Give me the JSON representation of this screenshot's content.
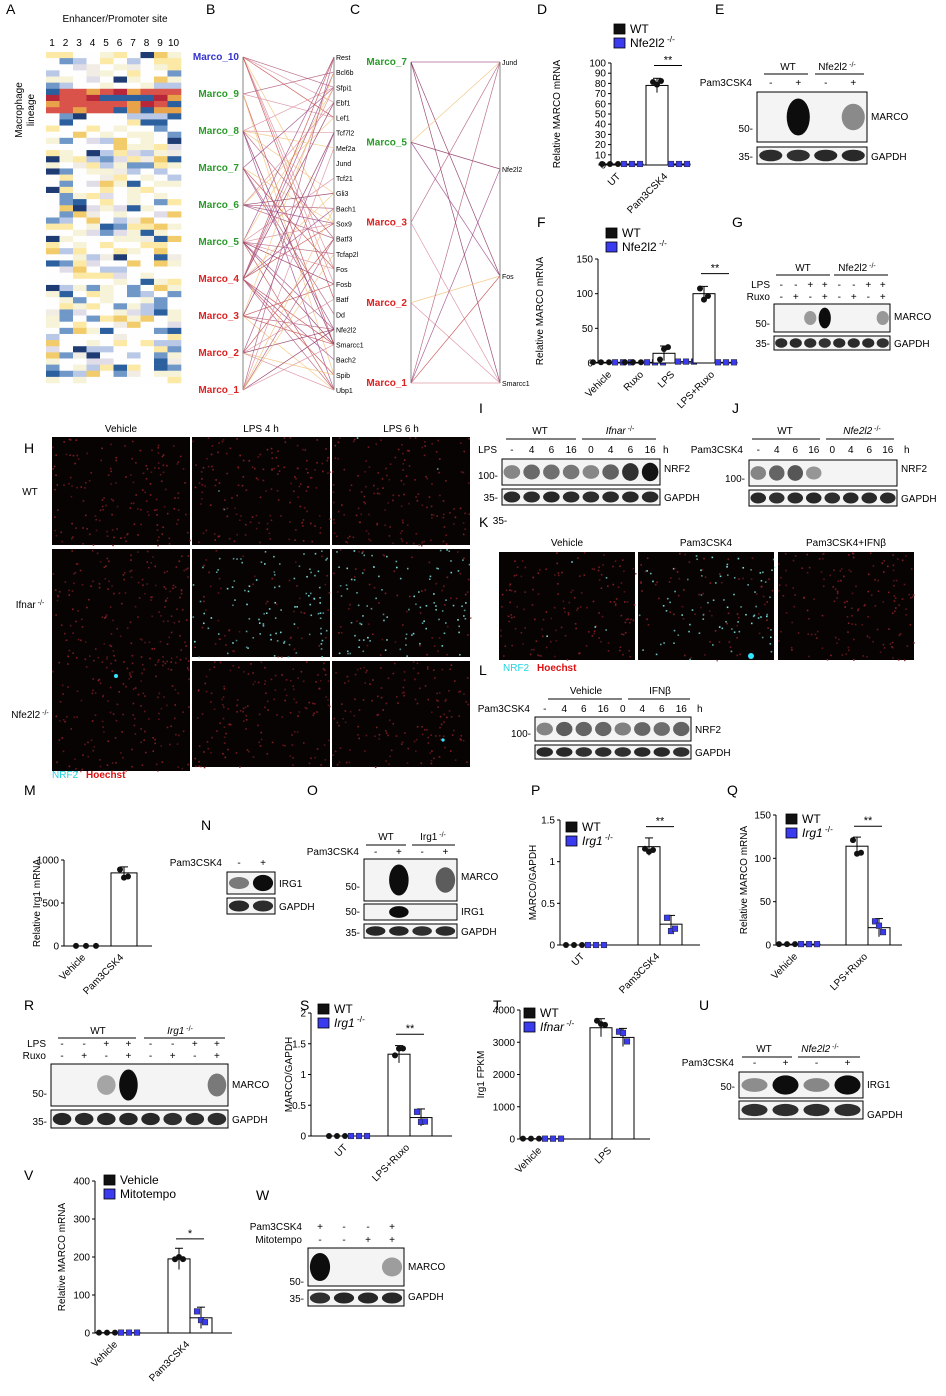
{
  "panel_letters": [
    "A",
    "B",
    "C",
    "D",
    "E",
    "F",
    "G",
    "H",
    "I",
    "J",
    "K",
    "L",
    "M",
    "N",
    "O",
    "P",
    "Q",
    "R",
    "S",
    "T",
    "U",
    "V",
    "W"
  ],
  "A": {
    "header": "Enhancer/Promoter site",
    "cols": [
      "1",
      "2",
      "3",
      "4",
      "5",
      "6",
      "7",
      "8",
      "9",
      "10"
    ],
    "ylabel_line1": "Macrophage",
    "ylabel_line2": "lineage"
  },
  "B": {
    "left": [
      {
        "label": "Marco_10",
        "color": "#3333cc"
      },
      {
        "label": "Marco_9",
        "color": "#2a9a2a"
      },
      {
        "label": "Marco_8",
        "color": "#2a9a2a"
      },
      {
        "label": "Marco_7",
        "color": "#2a9a2a"
      },
      {
        "label": "Marco_6",
        "color": "#2a9a2a"
      },
      {
        "label": "Marco_5",
        "color": "#2a9a2a"
      },
      {
        "label": "Marco_4",
        "color": "#dd2222"
      },
      {
        "label": "Marco_3",
        "color": "#dd2222"
      },
      {
        "label": "Marco_2",
        "color": "#dd2222"
      },
      {
        "label": "Marco_1",
        "color": "#dd2222"
      }
    ],
    "right": [
      "Rest",
      "Bcl6b",
      "Sfpi1",
      "Ebf1",
      "Lef1",
      "Tcf7l2",
      "Mef2a",
      "Jund",
      "Tcf21",
      "Gli3",
      "Bach1",
      "Sox9",
      "Batf3",
      "Tcfap2l",
      "Fos",
      "Fosb",
      "Batf",
      "Dd",
      "Nfe2l2",
      "Smarcc1",
      "Bach2",
      "Spib",
      "Ubp1"
    ]
  },
  "C": {
    "left": [
      {
        "label": "Marco_7",
        "color": "#2a9a2a"
      },
      {
        "label": "Marco_5",
        "color": "#2a9a2a"
      },
      {
        "label": "Marco_3",
        "color": "#dd2222"
      },
      {
        "label": "Marco_2",
        "color": "#dd2222"
      },
      {
        "label": "Marco_1",
        "color": "#dd2222"
      }
    ],
    "right": [
      "Jund",
      "Nfe2l2",
      "Fos",
      "Smarcc1"
    ]
  },
  "legend": {
    "wt": "WT",
    "nfe2l2": "Nfe2l2",
    "ko_sup": "-/-",
    "ifnar": "Ifnar",
    "irg1": "Irg1",
    "vehicle": "Vehicle",
    "mitotempo": "Mitotempo"
  },
  "D": {
    "ylabel": "Relative MARCO mRNA"
  },
  "F": {
    "ylabel": "Relative MARCO mRNA"
  },
  "M": {
    "ylabel": "Relative Irg1 mRNA"
  },
  "P": {
    "ylabel": "MARCO/GAPDH"
  },
  "Q": {
    "ylabel": "Relative MARCO mRNA"
  },
  "S": {
    "ylabel": "MARCO/GAPDH"
  },
  "T": {
    "ylabel": "Irg1 FPKM"
  },
  "V": {
    "ylabel": "Relative MARCO mRNA"
  },
  "sig": {
    "double": "**",
    "single": "*"
  },
  "blot": {
    "pam": "Pam3CSK4",
    "lps": "LPS",
    "ruxo": "Ruxo",
    "mito": "Mitotempo",
    "h": "h",
    "marco": "MARCO",
    "gapdh": "GAPDH",
    "irg1": "IRG1",
    "nrf2": "NRF2",
    "m50": "50-",
    "m35": "35-",
    "m100": "100-",
    "plus": "+",
    "minus": "-",
    "wt": "WT",
    "nfe2l2": "Nfe2l2",
    "ifnar": "Ifnar",
    "irg1g": "Irg1",
    "ko_sup": "-/-",
    "vehicle": "Vehicle",
    "ifnb": "IFNβ",
    "t1": [
      "-",
      "4",
      "6",
      "16",
      "0",
      "4",
      "6",
      "16"
    ],
    "t2": [
      "-",
      "4",
      "6",
      "16",
      "0",
      "4",
      "6",
      "16"
    ],
    "stray": "35-"
  },
  "H": {
    "cols": [
      "Vehicle",
      "LPS 4 h",
      "LPS 6 h"
    ],
    "rows": [
      "WT",
      "Ifnar",
      "Nfe2l2"
    ],
    "ko_sup": "-/-",
    "stain1": "NRF2",
    "stain2": "Hoechst"
  },
  "K": {
    "cols": [
      "Vehicle",
      "Pam3CSK4",
      "Pam3CSK4+IFNβ"
    ],
    "stain1": "NRF2",
    "stain2": "Hoechst"
  },
  "chart_data": [
    {
      "type": "bar",
      "panel": "D",
      "categories": [
        "UT",
        "Pam3CSK4"
      ],
      "series": [
        {
          "name": "WT",
          "values": [
            1,
            78
          ]
        },
        {
          "name": "Nfe2l2 -/-",
          "values": [
            1,
            1
          ]
        }
      ],
      "ylabel": "Relative MARCO mRNA",
      "ylim": [
        0,
        100
      ],
      "yticks": [
        0,
        10,
        20,
        30,
        40,
        50,
        60,
        70,
        80,
        90,
        100
      ],
      "significance": [
        {
          "category": "Pam3CSK4",
          "text": "**"
        }
      ]
    },
    {
      "type": "bar",
      "panel": "F",
      "categories": [
        "Vehicle",
        "Ruxo",
        "LPS",
        "LPS+Ruxo"
      ],
      "series": [
        {
          "name": "WT",
          "values": [
            1,
            1,
            14,
            100
          ]
        },
        {
          "name": "Nfe2l2 -/-",
          "values": [
            1,
            1,
            2,
            1
          ]
        }
      ],
      "ylabel": "Relative MARCO mRNA",
      "ylim": [
        0,
        150
      ],
      "yticks": [
        0,
        50,
        100,
        150
      ],
      "significance": [
        {
          "category": "LPS+Ruxo",
          "text": "**"
        }
      ]
    },
    {
      "type": "bar",
      "panel": "M",
      "categories": [
        "Vehicle",
        "Pam3CSK4"
      ],
      "series": [
        {
          "name": "",
          "values": [
            1,
            850
          ]
        }
      ],
      "ylabel": "Relative Irg1 mRNA",
      "ylim": [
        0,
        1000
      ],
      "yticks": [
        0,
        500,
        1000
      ]
    },
    {
      "type": "bar",
      "panel": "P",
      "categories": [
        "UT",
        "Pam3CSK4"
      ],
      "series": [
        {
          "name": "WT",
          "values": [
            0,
            1.18
          ]
        },
        {
          "name": "Irg1 -/-",
          "values": [
            0,
            0.25
          ]
        }
      ],
      "ylabel": "MARCO/GAPDH",
      "ylim": [
        0,
        1.5
      ],
      "yticks": [
        0,
        0.5,
        1,
        1.5
      ],
      "significance": [
        {
          "category": "Pam3CSK4",
          "text": "**"
        }
      ]
    },
    {
      "type": "bar",
      "panel": "Q",
      "categories": [
        "Vehicle",
        "LPS+Ruxo"
      ],
      "series": [
        {
          "name": "WT",
          "values": [
            1,
            114
          ]
        },
        {
          "name": "Irg1 -/-",
          "values": [
            1,
            20
          ]
        }
      ],
      "ylabel": "Relative MARCO mRNA",
      "ylim": [
        0,
        150
      ],
      "yticks": [
        0,
        50,
        100,
        150
      ],
      "significance": [
        {
          "category": "LPS+Ruxo",
          "text": "**"
        }
      ]
    },
    {
      "type": "bar",
      "panel": "S",
      "categories": [
        "UT",
        "LPS+Ruxo"
      ],
      "series": [
        {
          "name": "WT",
          "values": [
            0,
            1.33
          ]
        },
        {
          "name": "Irg1 -/-",
          "values": [
            0,
            0.3
          ]
        }
      ],
      "ylabel": "MARCO/GAPDH",
      "ylim": [
        0,
        2
      ],
      "yticks": [
        0,
        0.5,
        1,
        1.5,
        2
      ],
      "significance": [
        {
          "category": "LPS+Ruxo",
          "text": "**"
        }
      ]
    },
    {
      "type": "bar",
      "panel": "T",
      "categories": [
        "Vehicle",
        "LPS"
      ],
      "series": [
        {
          "name": "WT",
          "values": [
            10,
            3450
          ]
        },
        {
          "name": "Ifnar -/-",
          "values": [
            10,
            3150
          ]
        }
      ],
      "ylabel": "Irg1 FPKM",
      "ylim": [
        0,
        4000
      ],
      "yticks": [
        0,
        1000,
        2000,
        3000,
        4000
      ]
    },
    {
      "type": "bar",
      "panel": "V",
      "categories": [
        "Vehicle",
        "Pam3CSK4"
      ],
      "series": [
        {
          "name": "Vehicle",
          "values": [
            1,
            195
          ]
        },
        {
          "name": "Mitotempo",
          "values": [
            1,
            40
          ]
        }
      ],
      "ylabel": "Relative MARCO mRNA",
      "ylim": [
        0,
        400
      ],
      "yticks": [
        0,
        100,
        200,
        300,
        400
      ],
      "significance": [
        {
          "category": "Pam3CSK4",
          "text": "*"
        }
      ]
    }
  ]
}
